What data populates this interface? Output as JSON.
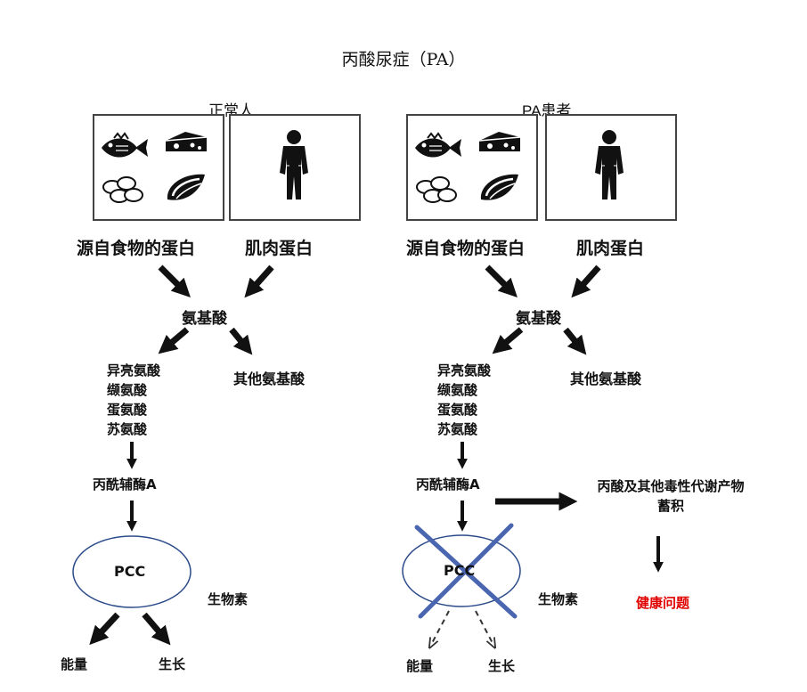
{
  "title": "丙酸尿症（PA）",
  "left": {
    "heading": "正常人",
    "food_protein": "源自食物的蛋白",
    "muscle_protein": "肌肉蛋白",
    "amino_acids": "氨基酸",
    "specific_aa": [
      "异亮氨酸",
      "缬氨酸",
      "蛋氨酸",
      "苏氨酸"
    ],
    "other_aa": "其他氨基酸",
    "propionyl_coa": "丙酰辅酶A",
    "enzyme": "PCC",
    "biotin": "生物素",
    "energy": "能量",
    "growth": "生长"
  },
  "right": {
    "heading": "PA患者",
    "food_protein": "源自食物的蛋白",
    "muscle_protein": "肌肉蛋白",
    "amino_acids": "氨基酸",
    "specific_aa": [
      "异亮氨酸",
      "缬氨酸",
      "蛋氨酸",
      "苏氨酸"
    ],
    "other_aa": "其他氨基酸",
    "propionyl_coa": "丙酰辅酶A",
    "accumulation": "丙酸及其他毒性代谢产物\n蓄积",
    "health_problem": "健康问题",
    "enzyme": "PCC",
    "biotin": "生物素",
    "energy": "能量",
    "growth": "生长"
  },
  "icons": {
    "food": [
      "fish-icon",
      "cheese-icon",
      "eggs-icon",
      "meat-icon"
    ],
    "person": "person-icon"
  },
  "colors": {
    "cross": "#4a66b0",
    "warning": "#e00000",
    "ellipse_stroke": "#2b4a8a"
  }
}
